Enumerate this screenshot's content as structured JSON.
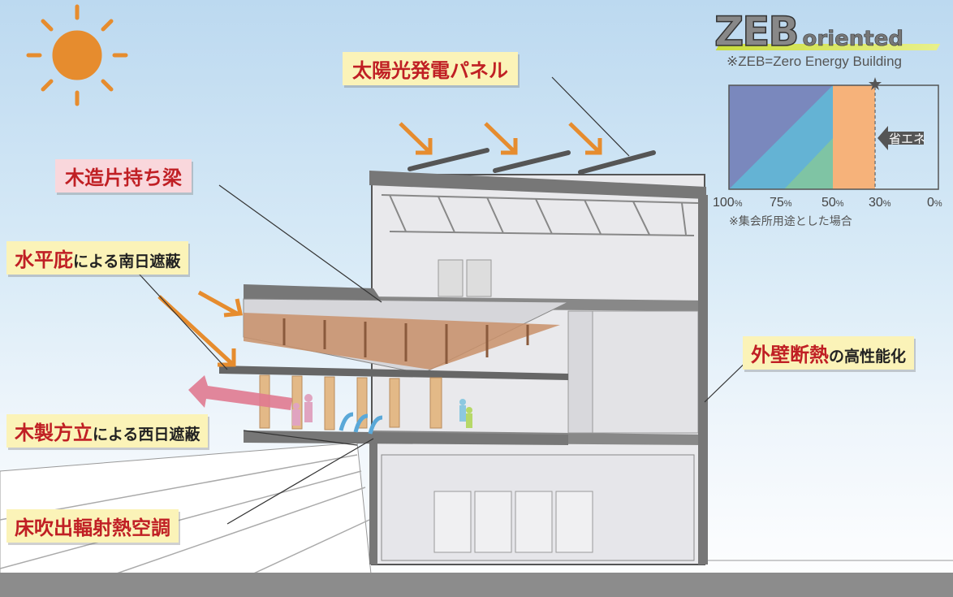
{
  "labels": {
    "solar_panel": "太陽光発電パネル",
    "wooden_beam": "木造片持ち梁",
    "horizontal_eaves_big": "水平庇",
    "horizontal_eaves_small": "による南日遮蔽",
    "wooden_louver_big": "木製方立",
    "wooden_louver_small": "による西日遮蔽",
    "floor_radiant": "床吹出輻射熱空調",
    "wall_insulation_big": "外壁断熱",
    "wall_insulation_small": "の高性能化"
  },
  "zeb": {
    "title_main": "ZEB",
    "title_sub": "oriented",
    "note": "※ZEB=Zero Energy Building",
    "energy_saving_label": "省エネ",
    "axis": [
      {
        "num": "100",
        "unit": "%"
      },
      {
        "num": "75",
        "unit": "%"
      },
      {
        "num": "50",
        "unit": "%"
      },
      {
        "num": "30",
        "unit": "%"
      },
      {
        "num": "0",
        "unit": "%"
      }
    ],
    "footnote": "※集会所用途とした場合",
    "colors": {
      "blue": "#7a88bd",
      "teal": "#64b3d4",
      "green": "#7fc4a4",
      "orange": "#f6b27a"
    }
  },
  "colors": {
    "label_red": "#c01f24",
    "label_bg": "#fbf3b8",
    "label_pink_bg": "#f9d7dc",
    "sun": "#e68c2e",
    "wood": "#c9906a"
  }
}
